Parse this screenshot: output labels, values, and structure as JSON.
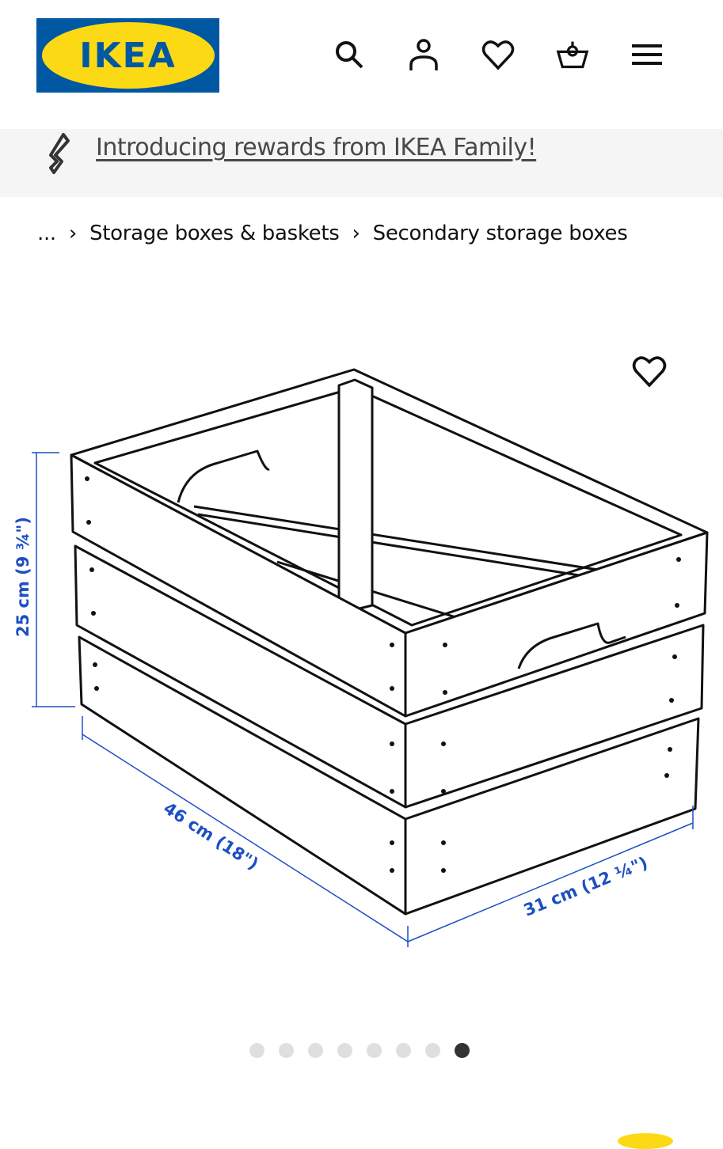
{
  "header": {
    "logo_text": "IKEA",
    "icons": [
      "search-icon",
      "user-icon",
      "heart-icon",
      "basket-icon",
      "menu-icon"
    ]
  },
  "banner": {
    "link": "Introducing rewards from IKEA Family!"
  },
  "breadcrumb": {
    "ellipsis": "...",
    "items": [
      "Storage boxes & baskets",
      "Secondary storage boxes"
    ]
  },
  "product_image": {
    "height_label": "25 cm (9 ¾\")",
    "length_label": "46 cm (18\")",
    "width_label": "31 cm (12 ¼\")",
    "dimension_color": "#1d4fc4"
  },
  "carousel": {
    "total": 8,
    "active_index": 7
  }
}
